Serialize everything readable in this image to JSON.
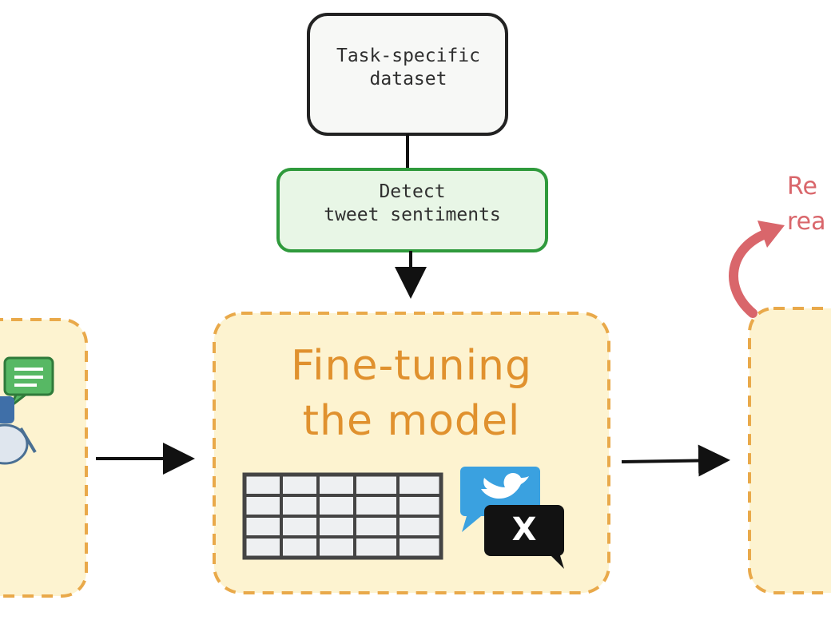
{
  "nodes": {
    "dataset": {
      "text": "Task-specific\ndataset"
    },
    "task": {
      "text": "Detect\ntweet sentiments"
    },
    "finetune": {
      "text": "Fine-tuning\nthe model"
    },
    "right_annotation": {
      "text": "Re\nrea"
    }
  },
  "icons": {
    "left_model": "robot-with-chat-bubble-icon",
    "table": "data-table-icon",
    "twitter": "twitter-bird-icon",
    "x": "x-logo-icon",
    "x_letter": "X"
  },
  "colors": {
    "stage_fill": "#fdf3d0",
    "stage_border": "#e9a94a",
    "task_fill": "#e8f6e6",
    "task_border": "#2f9a3c",
    "dataset_border": "#222222",
    "accent_text": "#e0912e",
    "red_annotation": "#d9666b",
    "twitter_blue": "#3aa1e0"
  }
}
